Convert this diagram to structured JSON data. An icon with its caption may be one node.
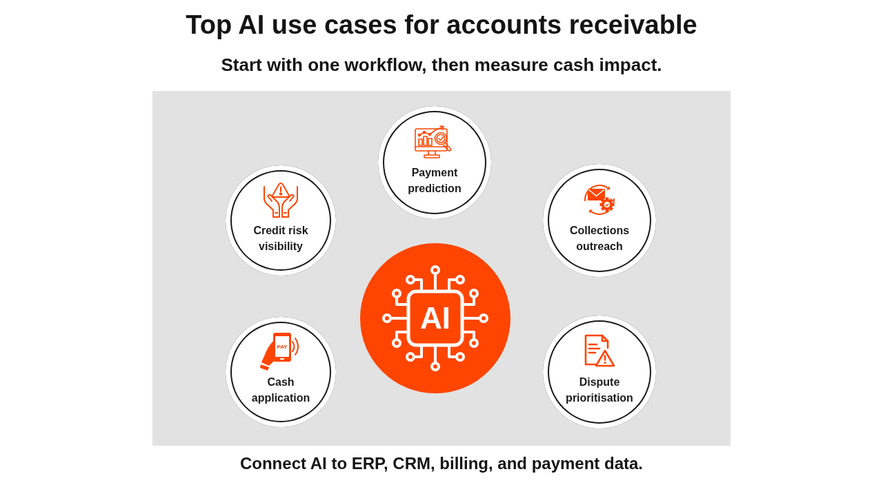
{
  "diagram": {
    "title": "Top AI use cases for accounts receivable",
    "caption": "Connect AI to ERP, CRM, billing, and payment data.",
    "nodes": [
      {
        "text": [
          "Payment prediction"
        ]
      },
      {
        "text": [
          "Credit risk visibility"
        ]
      },
      {
        "text": [
          "Collections outreach"
        ]
      },
      {
        "text": [
          "AI"
        ]
      },
      {
        "text": [
          "Cash application"
        ]
      },
      {
        "text": [
          "Dispute prioritisation"
        ]
      }
    ],
    "labels": [
      "Start with one workflow, then measure cash impact.",
      "PAY"
    ]
  }
}
